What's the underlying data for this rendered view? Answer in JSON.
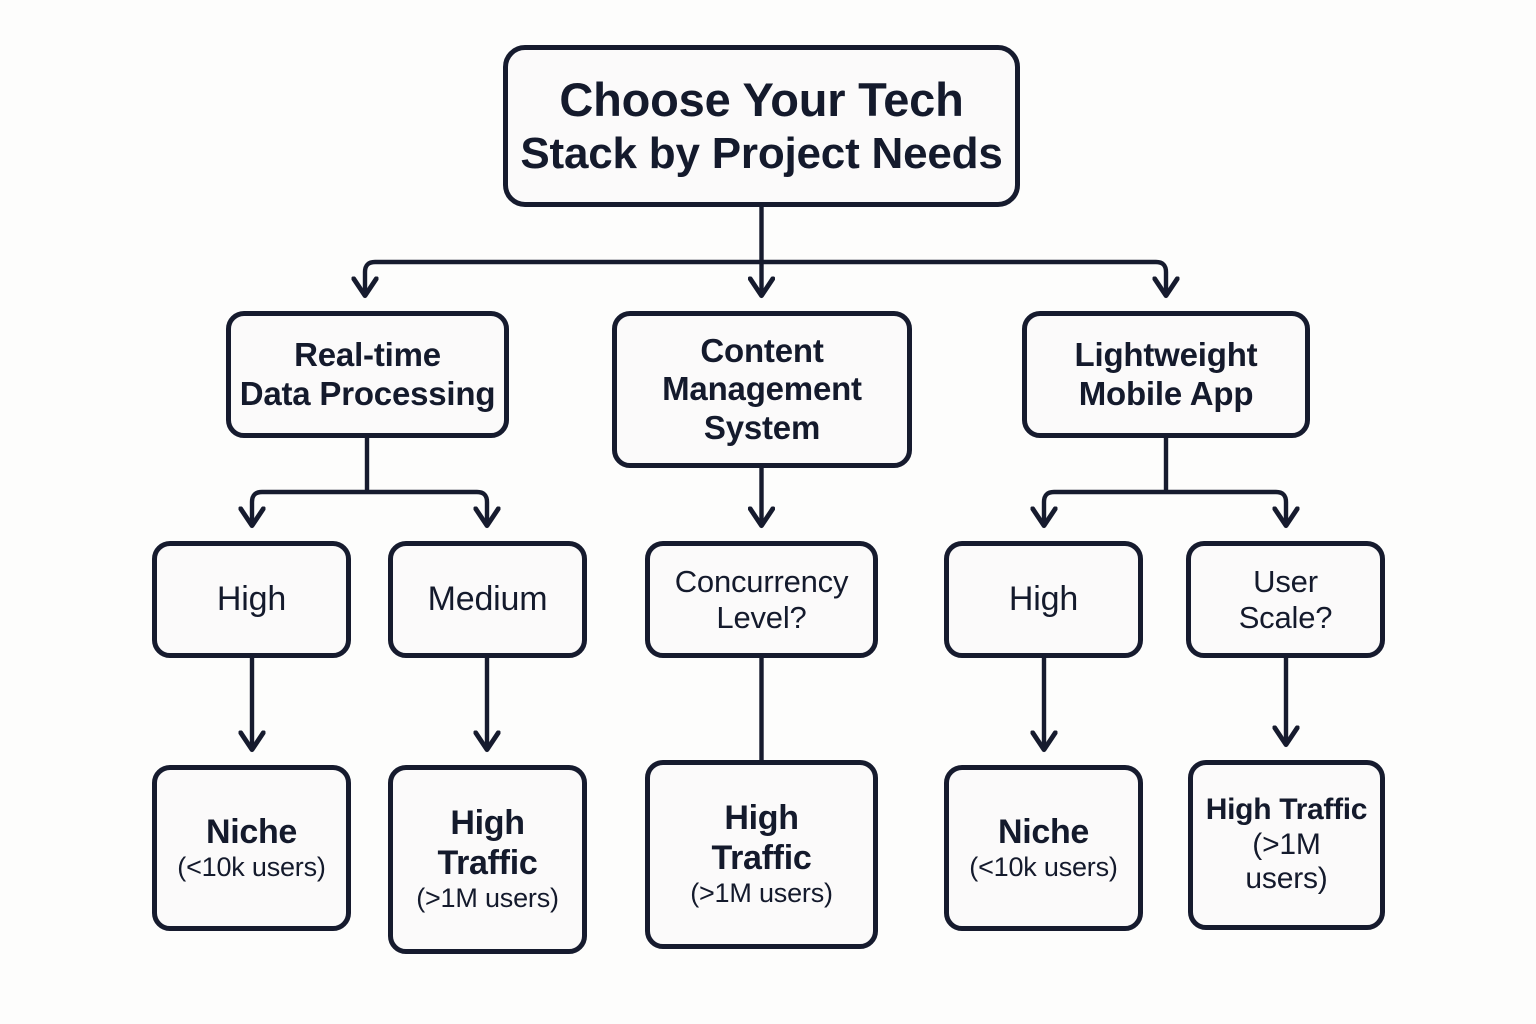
{
  "diagram": {
    "title_node": {
      "line1": "Choose Your Tech",
      "line2": "Stack by Project Needs"
    },
    "colors": {
      "background": "#fdfdfc",
      "node_fill": "#fbfafa",
      "stroke": "#161b2e",
      "text": "#141a2c"
    },
    "branches": [
      {
        "id": "real-time",
        "label_line1": "Real-time",
        "label_line2": "Data Processing",
        "children": [
          {
            "id": "rt-high",
            "label": "High",
            "leaf": {
              "big_line1": "Niche",
              "small_line1": "(<10k users)"
            }
          },
          {
            "id": "rt-medium",
            "label": "Medium",
            "leaf": {
              "big_line1": "High",
              "big_line2": "Traffic",
              "small_line1": "(>1M users)"
            }
          }
        ]
      },
      {
        "id": "cms",
        "label_line1": "Content",
        "label_line2": "Management",
        "label_line3": "System",
        "children": [
          {
            "id": "cms-concurrency",
            "label_line1": "Concurrency",
            "label_line2": "Level?",
            "leaf": {
              "big_line1": "High",
              "big_line2": "Traffic",
              "small_line1": "(>1M users)"
            }
          }
        ]
      },
      {
        "id": "lightweight",
        "label_line1": "Lightweight",
        "label_line2": "Mobile App",
        "children": [
          {
            "id": "lw-high",
            "label": "High",
            "leaf": {
              "big_line1": "Niche",
              "small_line1": "(<10k users)"
            }
          },
          {
            "id": "lw-scale",
            "label_line1": "User",
            "label_line2": "Scale?",
            "leaf": {
              "big_line1": "High Traffic",
              "small_line1": "(>1M",
              "small_line2": "users)"
            }
          }
        ]
      }
    ]
  }
}
